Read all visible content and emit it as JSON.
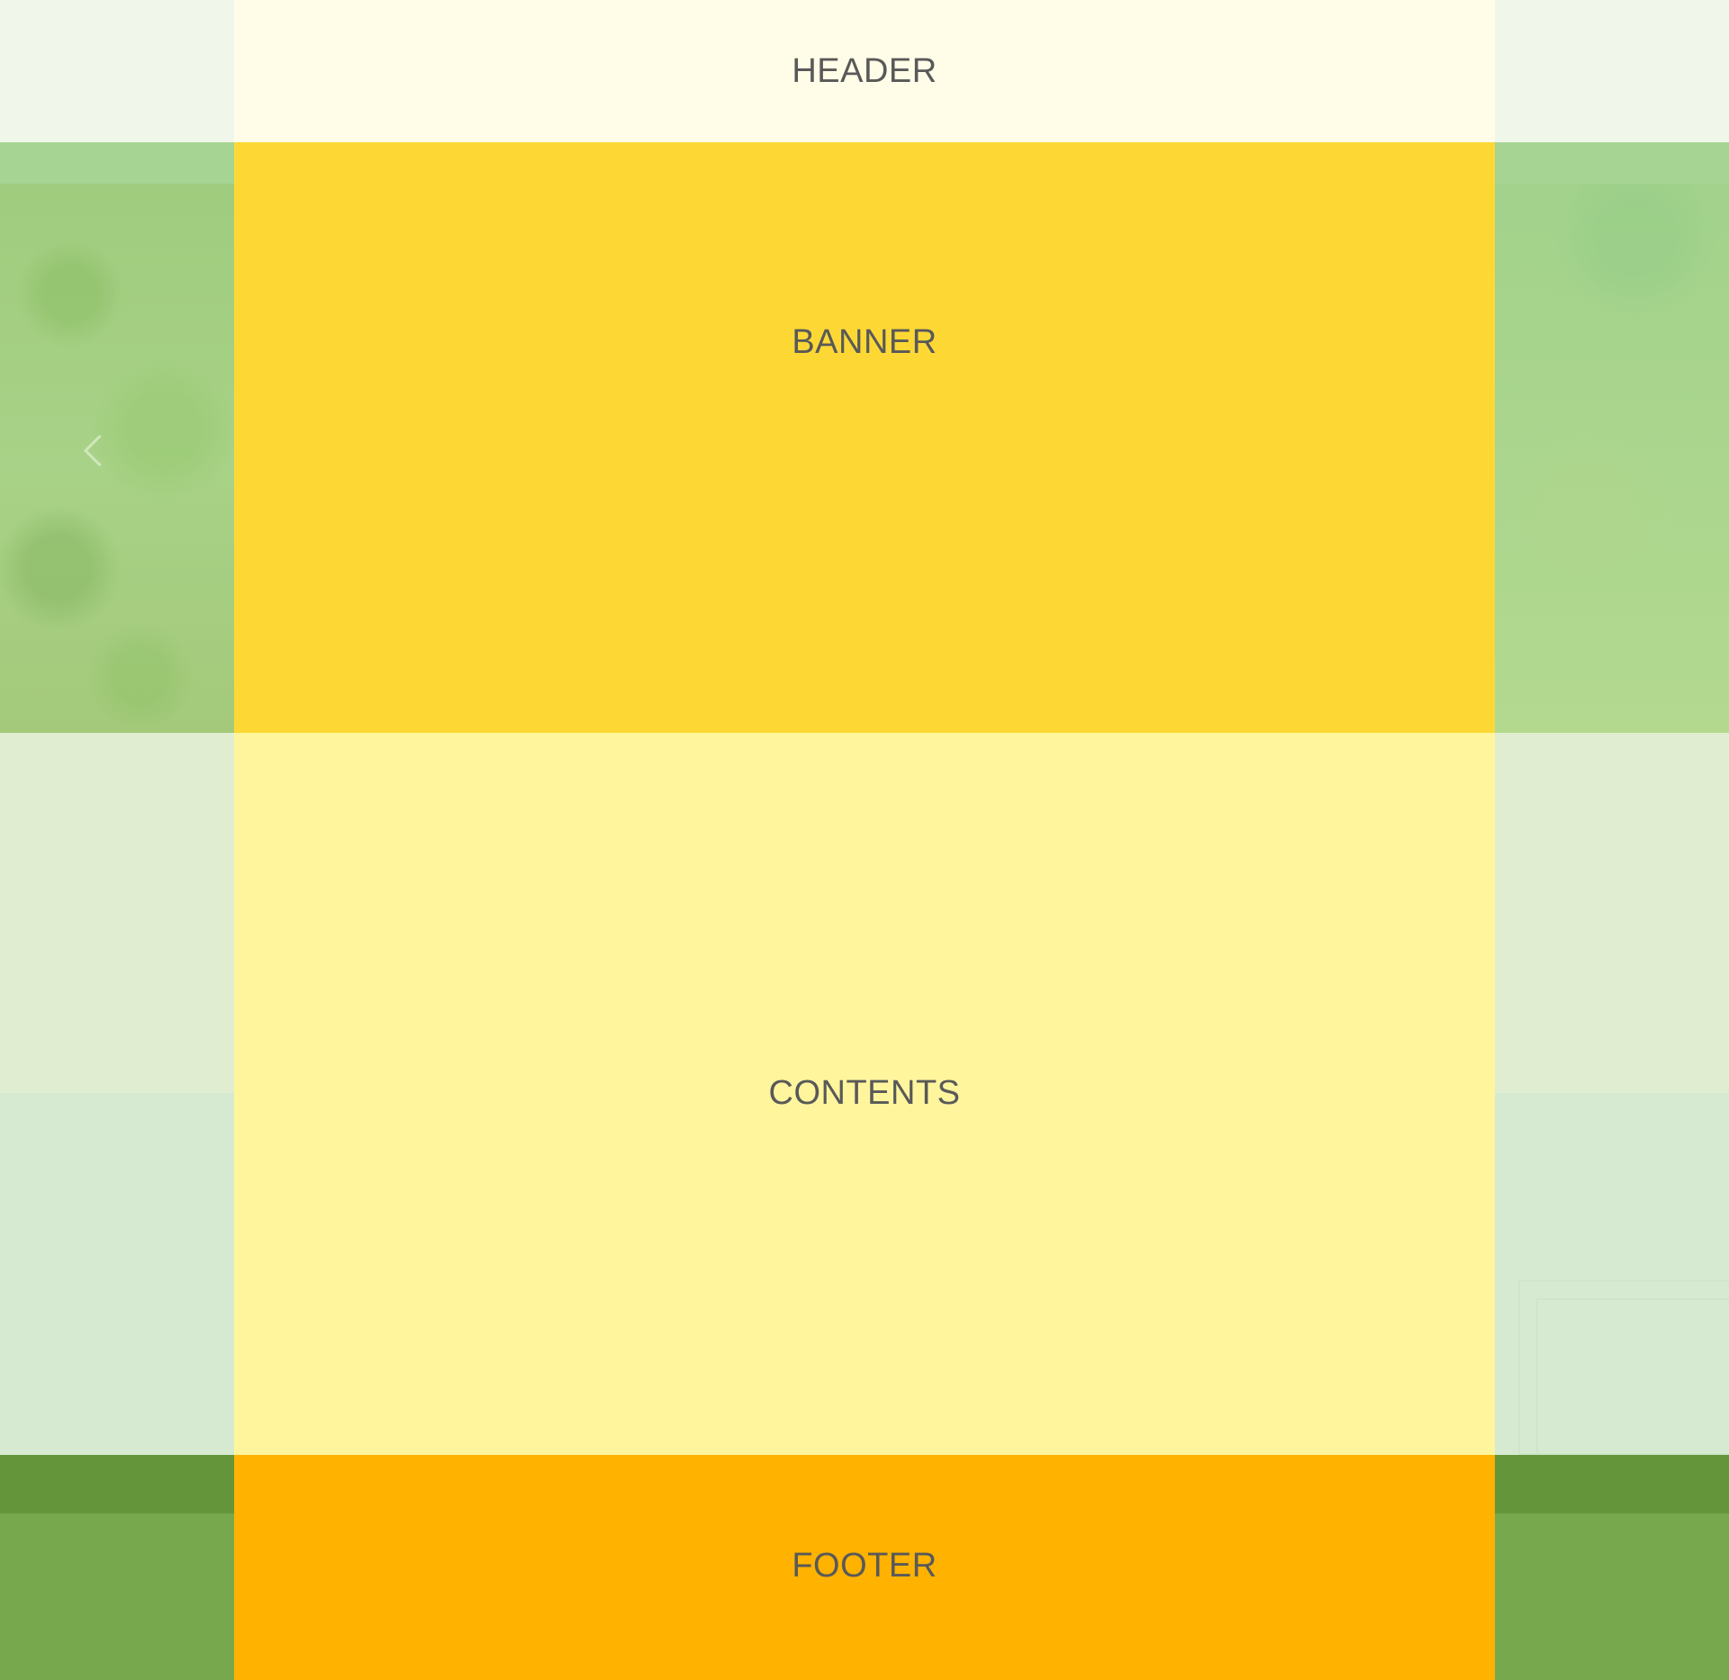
{
  "layout_sections": {
    "header": {
      "label": "HEADER"
    },
    "banner": {
      "label": "BANNER"
    },
    "contents": {
      "label": "CONTENTS"
    },
    "footer": {
      "label": "FOOTER"
    }
  },
  "colors": {
    "header_block": "#fffde7",
    "banner_block": "#fdd835",
    "contents_block": "#fff59d",
    "footer_block": "#ffb300",
    "label_text": "#595959",
    "background_green": "#a6d492",
    "footer_green": "#78a84e"
  },
  "icons": {
    "banner_prev": "chevron-left-icon"
  }
}
